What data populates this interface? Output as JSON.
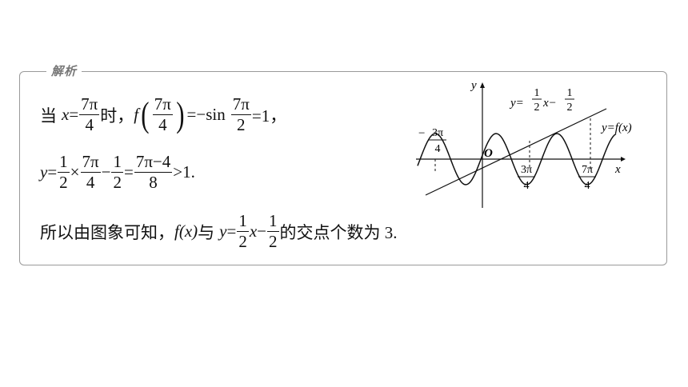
{
  "section_tag": "解析",
  "line1": {
    "prefix": "当",
    "x": "x",
    "eq": "=",
    "frac_a": {
      "num": "7π",
      "den": "4"
    },
    "shi": "时，",
    "f": "f",
    "lparen": "(",
    "frac_b": {
      "num": "7π",
      "den": "4"
    },
    "rparen": ")",
    "mid": "=−sin",
    "frac_c": {
      "num": "7π",
      "den": "2"
    },
    "tail": "=1，"
  },
  "line2": {
    "y": "y",
    "eq": "=",
    "frac_a": {
      "num": "1",
      "den": "2"
    },
    "times": "×",
    "frac_b": {
      "num": "7π",
      "den": "4"
    },
    "minus": "−",
    "frac_c": {
      "num": "1",
      "den": "2"
    },
    "eq2": "=",
    "frac_d": {
      "num": "7π−4",
      "den": "8"
    },
    "tail": ">1."
  },
  "line3": {
    "prefix": "所以由图象可知，",
    "fx": "f(x)",
    "with": "与",
    "y": "y",
    "eq": "=",
    "frac_a": {
      "num": "1",
      "den": "2"
    },
    "x": "x",
    "minus": "−",
    "frac_b": {
      "num": "1",
      "den": "2"
    },
    "tail": "的交点个数为 3."
  },
  "graph": {
    "y_axis": "y",
    "x_axis": "x",
    "origin": "O",
    "line_label": {
      "pre": "y=",
      "frac1": {
        "num": "1",
        "den": "2"
      },
      "mid": "x−",
      "frac2": {
        "num": "1",
        "den": "2"
      }
    },
    "curve_label": "y=f(x)",
    "tick_neg": {
      "sign": "−",
      "num": "3π",
      "den": "4"
    },
    "tick_mid": {
      "num": "3π",
      "den": "4"
    },
    "tick_right": {
      "num": "7π",
      "den": "4"
    }
  }
}
